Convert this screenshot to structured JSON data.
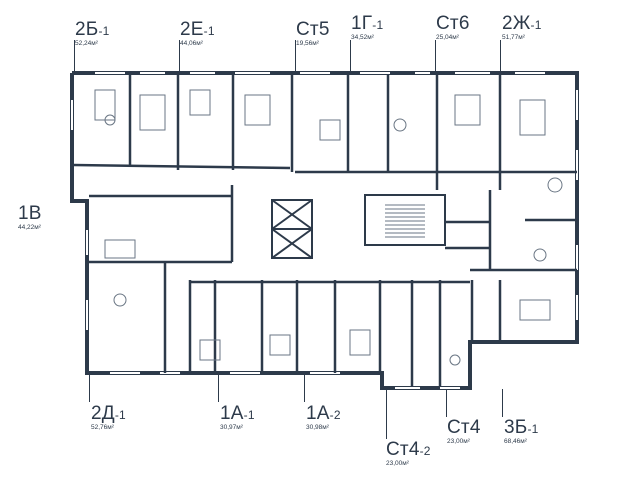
{
  "colors": {
    "wall": "#2d3a4a",
    "line": "#6a7684",
    "background": "#ffffff"
  },
  "apartments": [
    {
      "id": "2b1",
      "code": "2Б",
      "suffix": "-1",
      "area": "52,24м²"
    },
    {
      "id": "2e1",
      "code": "2Е",
      "suffix": "-1",
      "area": "44,06м²"
    },
    {
      "id": "st5",
      "code": "Ст5",
      "suffix": "",
      "area": "19,56м²"
    },
    {
      "id": "1g1",
      "code": "1Г",
      "suffix": "-1",
      "area": "34,52м²"
    },
    {
      "id": "st6",
      "code": "Ст6",
      "suffix": "",
      "area": "25,04м²"
    },
    {
      "id": "2zh1",
      "code": "2Ж",
      "suffix": "-1",
      "area": "51,77м²"
    },
    {
      "id": "1v",
      "code": "1В",
      "suffix": "",
      "area": "44,22м²"
    },
    {
      "id": "2d1",
      "code": "2Д",
      "suffix": "-1",
      "area": "52,76м²"
    },
    {
      "id": "1a1",
      "code": "1А",
      "suffix": "-1",
      "area": "30,97м²"
    },
    {
      "id": "1a2",
      "code": "1А",
      "suffix": "-2",
      "area": "30,98м²"
    },
    {
      "id": "st42",
      "code": "Ст4",
      "suffix": "-2",
      "area": "23,00м²"
    },
    {
      "id": "st4",
      "code": "Ст4",
      "suffix": "",
      "area": "23,00м²"
    },
    {
      "id": "3b1",
      "code": "3Б",
      "suffix": "-1",
      "area": "68,46м²"
    }
  ]
}
